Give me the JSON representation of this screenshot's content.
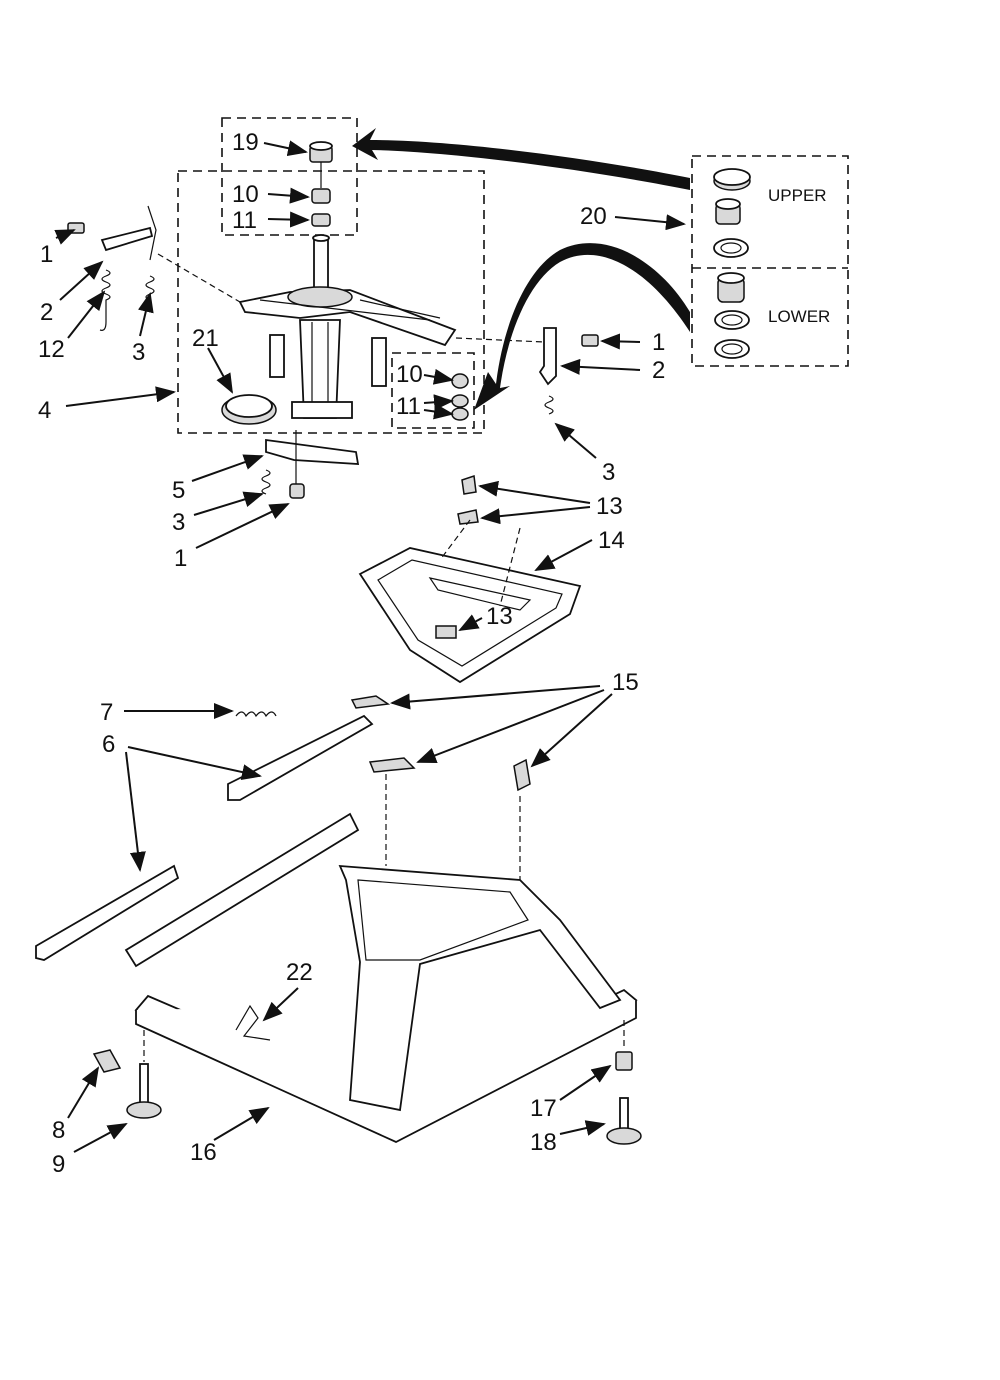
{
  "callouts": {
    "c1a": "1",
    "c1b": "1",
    "c1c": "1",
    "c2a": "2",
    "c2b": "2",
    "c3a": "3",
    "c3b": "3",
    "c3c": "3",
    "c4": "4",
    "c5": "5",
    "c6": "6",
    "c7": "7",
    "c8": "8",
    "c9": "9",
    "c10a": "10",
    "c10b": "10",
    "c11a": "11",
    "c11b": "11",
    "c12": "12",
    "c13a": "13",
    "c13b": "13",
    "c14": "14",
    "c15": "15",
    "c16": "16",
    "c17": "17",
    "c18": "18",
    "c19": "19",
    "c20": "20",
    "c21": "21",
    "c22": "22"
  },
  "kit_box": {
    "upper": "UPPER",
    "lower": "LOWER"
  }
}
